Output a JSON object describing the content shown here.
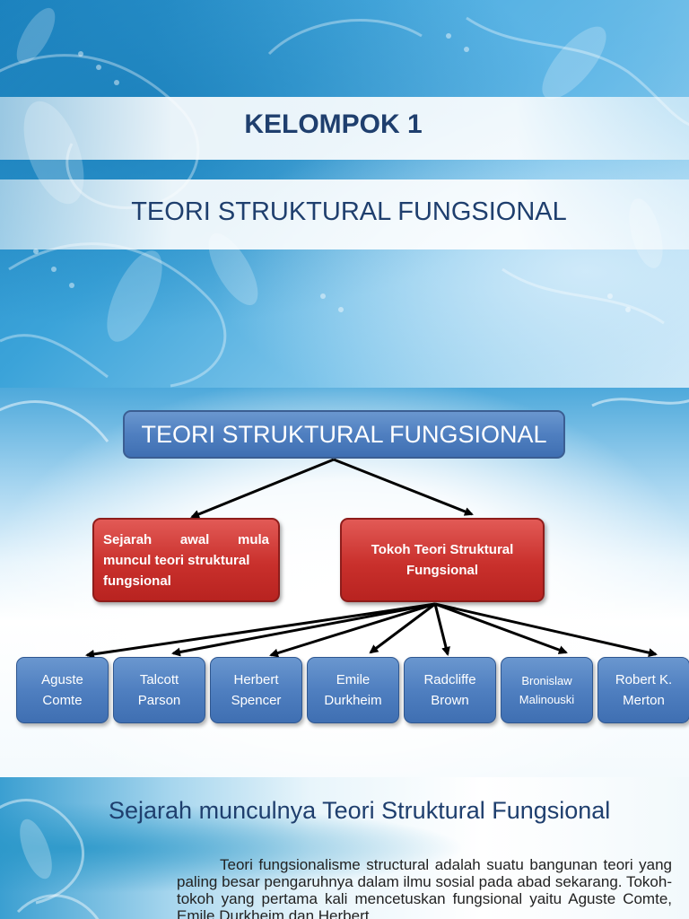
{
  "slide1": {
    "title": "KELOMPOK 1",
    "subtitle": "TEORI STRUKTURAL FUNGSIONAL"
  },
  "slide2": {
    "root": "TEORI STRUKTURAL FUNGSIONAL",
    "history_box": [
      "Sejarah awal mula",
      "muncul teori struktural",
      "fungsional"
    ],
    "figures_box": "Tokoh Teori Struktural Fungsional",
    "figures": [
      [
        "Aguste",
        "Comte"
      ],
      [
        "Talcott",
        "Parson"
      ],
      [
        "Herbert",
        "Spencer"
      ],
      [
        "Emile",
        "Durkheim"
      ],
      [
        "Radcliffe",
        "Brown"
      ],
      [
        "Bronislaw",
        "Malinouski"
      ],
      [
        "Robert K.",
        "Merton"
      ]
    ]
  },
  "slide3": {
    "title": "Sejarah munculnya Teori Struktural Fungsional",
    "body": "Teori fungsionalisme structural adalah suatu bangunan teori yang paling besar pengaruhnya dalam ilmu sosial pada abad sekarang. Tokoh-tokoh yang pertama kali mencetuskan fungsional yaitu Aguste Comte, Emile Durkheim dan Herbert"
  },
  "colors": {
    "title_text": "#1f3f6e",
    "node_blue": "#4f7fc0",
    "node_red": "#c9302c"
  }
}
